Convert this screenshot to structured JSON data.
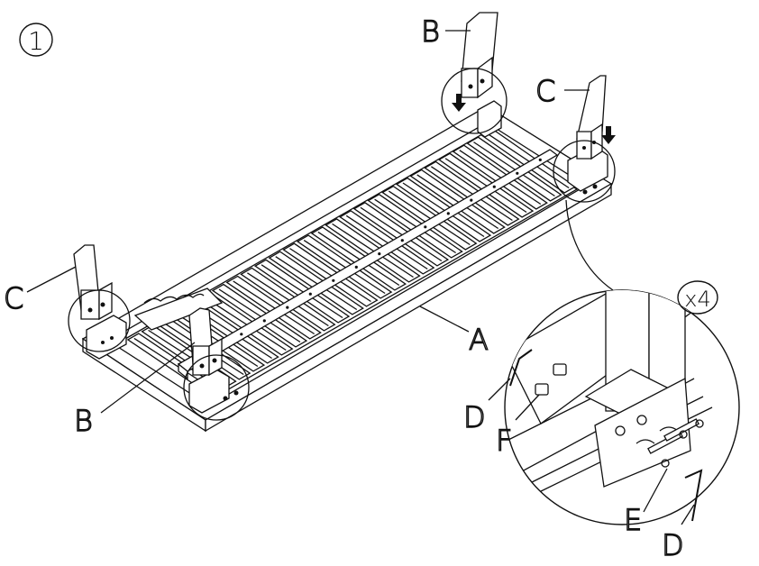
{
  "step_number": "1",
  "quantity_label": "x4",
  "part_labels": {
    "table_frame": "A",
    "leg_b_top": "B",
    "leg_b_bottom": "B",
    "leg_c_top": "C",
    "leg_c_left": "C",
    "allen_key_left": "D",
    "allen_key_right": "D",
    "bolt": "E",
    "barrel_nut": "F"
  }
}
